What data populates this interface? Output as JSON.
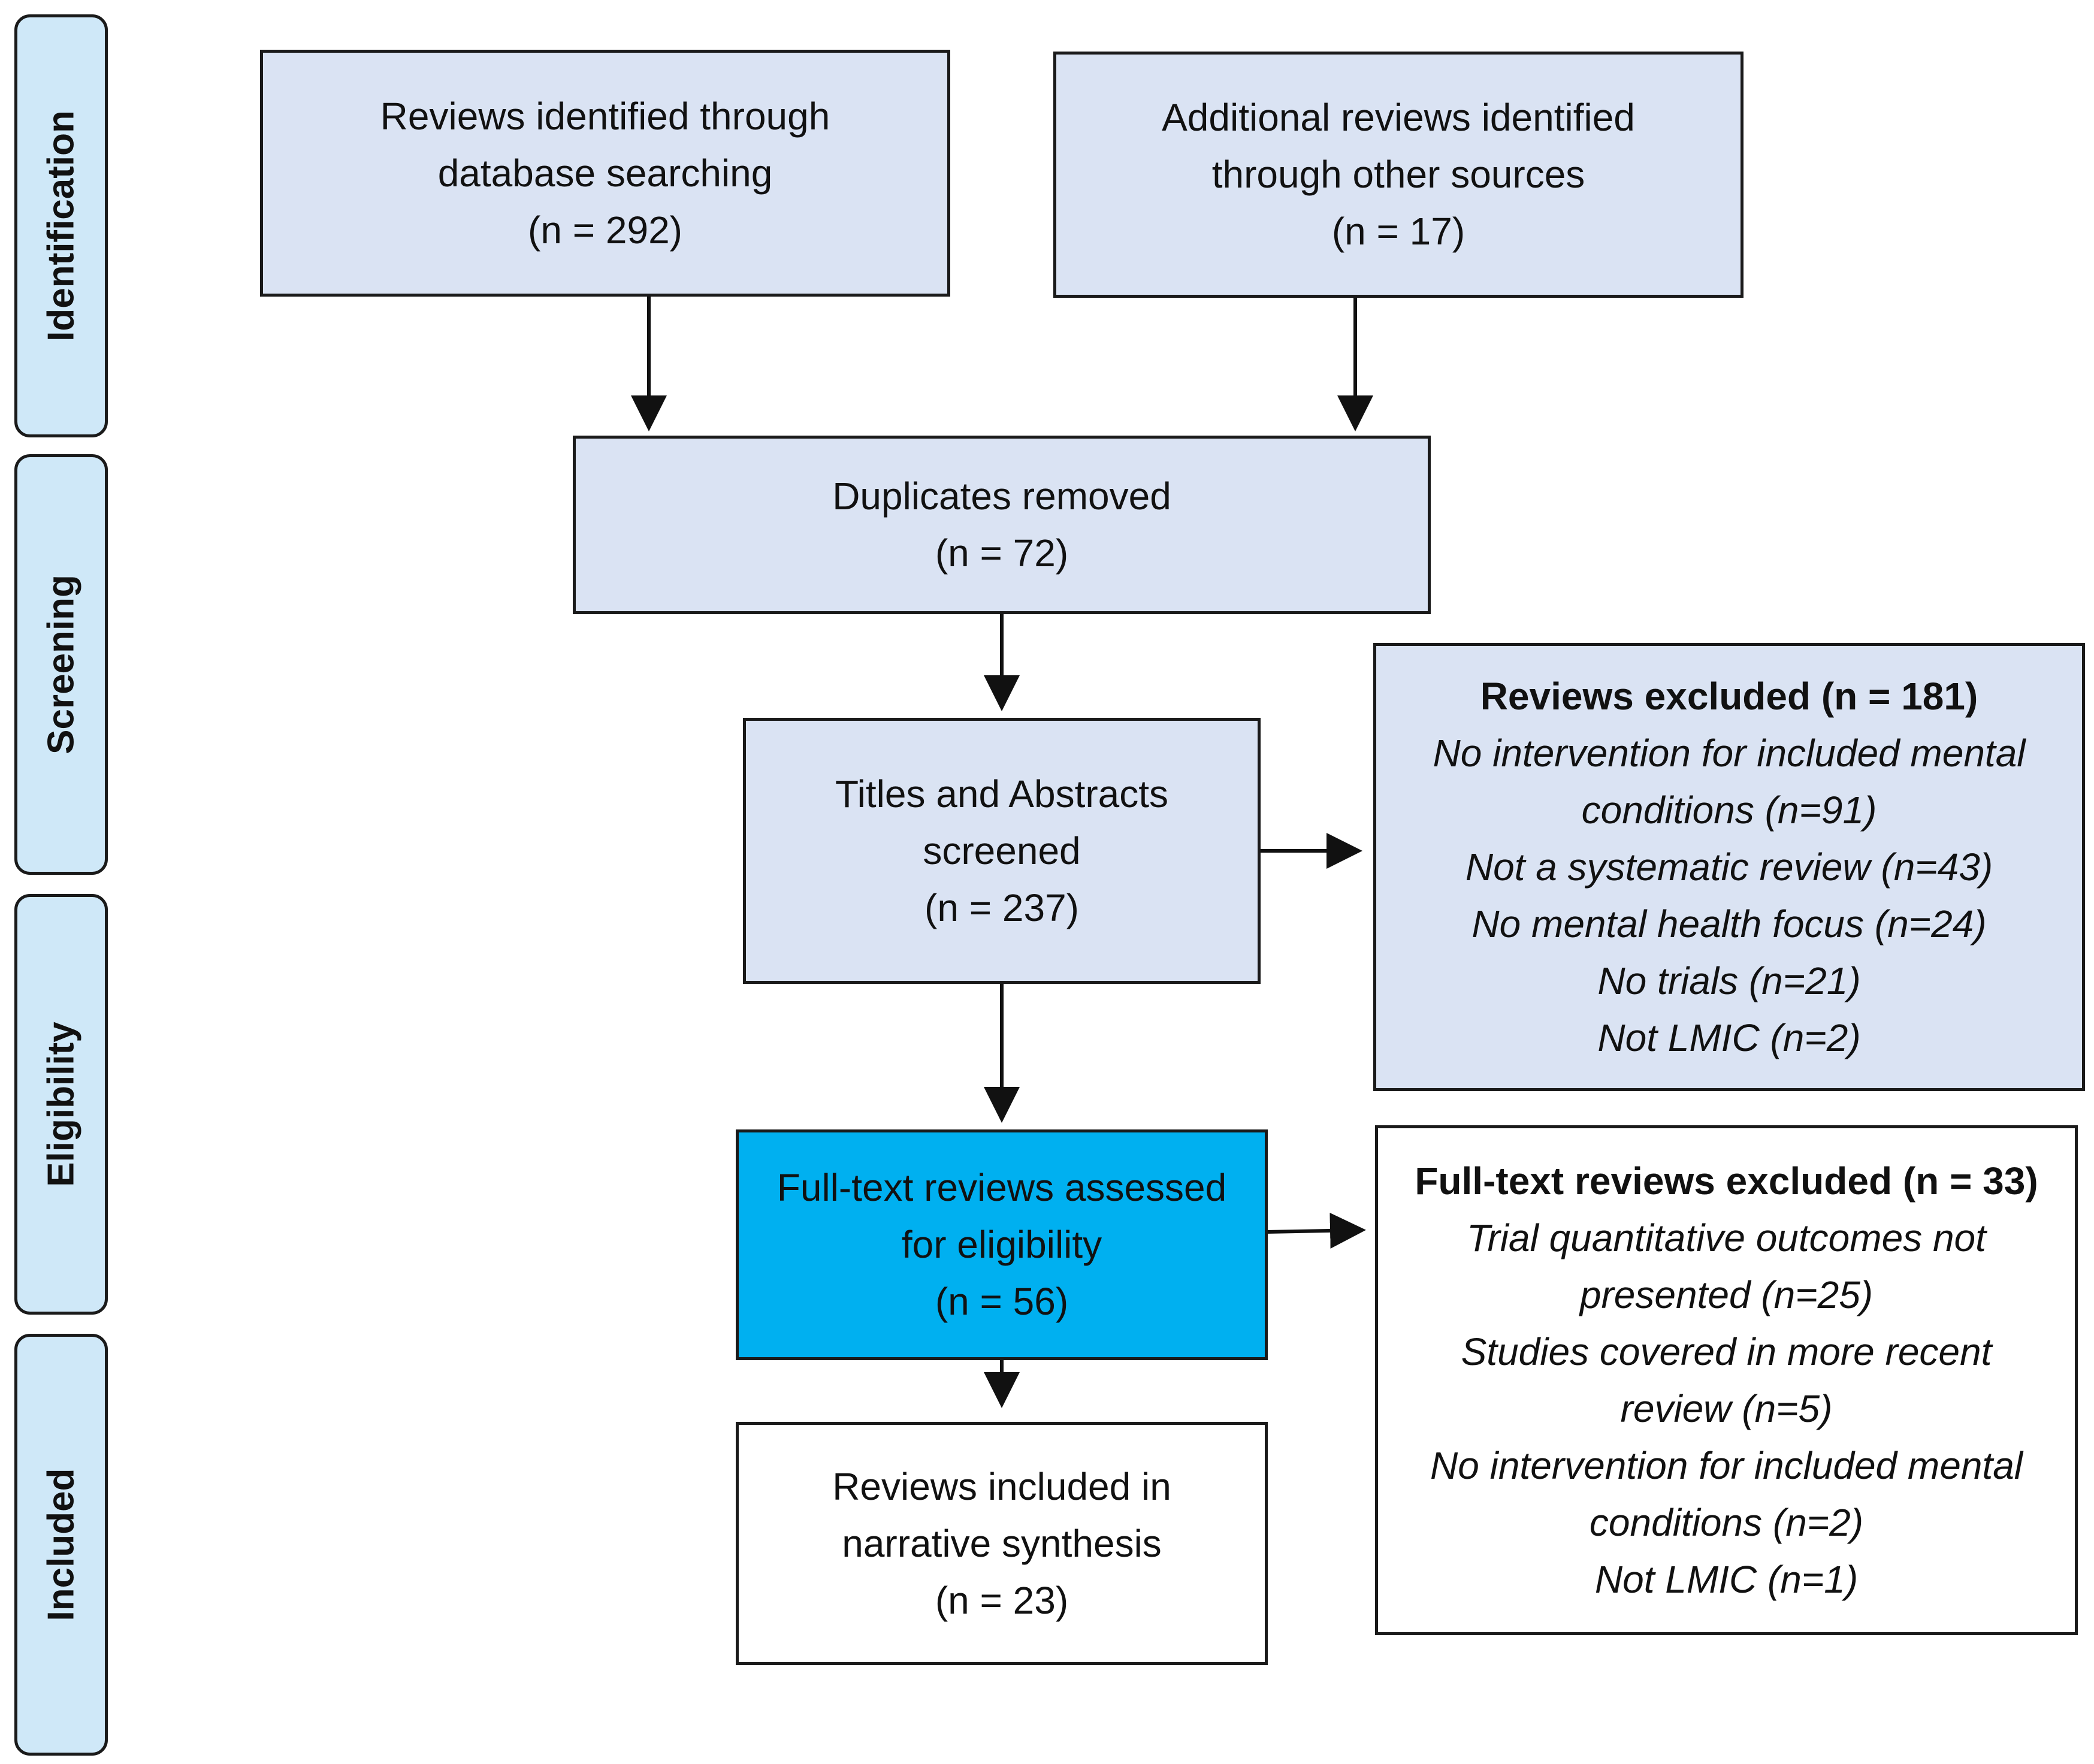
{
  "stages": {
    "identification": "Identification",
    "screening": "Screening",
    "eligibility": "Eligibility",
    "included": "Included"
  },
  "boxes": {
    "database": {
      "lines": [
        "Reviews identified through",
        "database searching",
        "(n = 292)"
      ]
    },
    "other_sources": {
      "lines": [
        "Additional reviews identified",
        "through other sources",
        "(n = 17)"
      ]
    },
    "duplicates": {
      "lines": [
        "Duplicates removed",
        "(n = 72)"
      ]
    },
    "screened": {
      "lines": [
        "Titles and Abstracts",
        "screened",
        "(n = 237)"
      ]
    },
    "excluded_screening": {
      "heading": "Reviews excluded (n = 181)",
      "lines": [
        "No intervention for included mental",
        "conditions (n=91)",
        "Not a systematic review (n=43)",
        "No mental health focus (n=24)",
        "No trials (n=21)",
        "Not LMIC (n=2)"
      ]
    },
    "fulltext": {
      "lines": [
        "Full-text reviews assessed",
        "for eligibility",
        "(n = 56)"
      ]
    },
    "excluded_fulltext": {
      "heading": "Full-text reviews excluded (n = 33)",
      "lines": [
        "Trial quantitative outcomes not",
        "presented (n=25)",
        "Studies covered in more recent",
        "review (n=5)",
        "No intervention for included mental",
        "conditions (n=2)",
        "Not LMIC (n=1)"
      ]
    },
    "included": {
      "lines": [
        "Reviews included in",
        "narrative synthesis",
        "(n = 23)"
      ]
    }
  },
  "colors": {
    "process_fill": "#dae3f3",
    "highlight_fill": "#00b0f0",
    "stage_fill": "#cfe8f8",
    "border": "#1a1a1a"
  }
}
